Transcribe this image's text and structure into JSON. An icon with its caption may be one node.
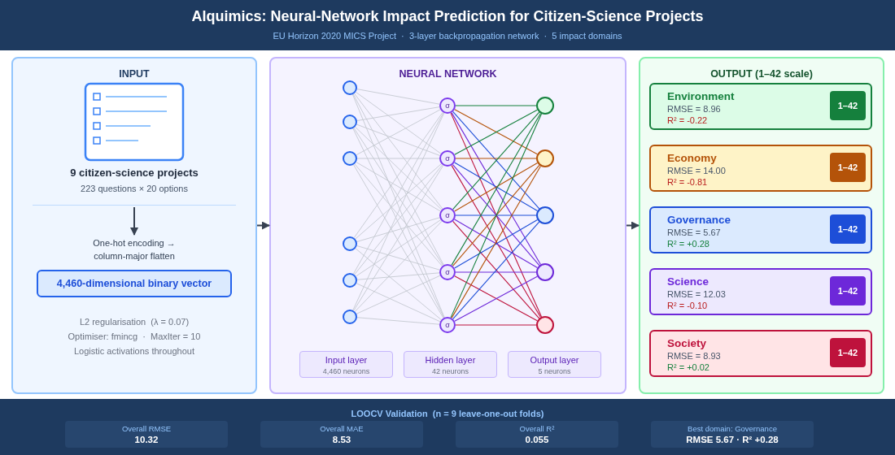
{
  "diagram": {
    "title": "Alquimics: Neural-Network Impact Prediction for Citizen-Science Projects",
    "nodes": [
      {
        "text": [
          "INPUT"
        ]
      },
      {
        "text": [
          "9 citizen-science projects",
          "223 questions × 20 options"
        ],
        "in": 0
      },
      {
        "text": [
          "One-hot encoding → column-major flatten"
        ],
        "in": 0
      },
      {
        "text": [
          "4,460-dimensional binary vector"
        ],
        "in": 0
      },
      {
        "text": [
          "NEURAL NETWORK"
        ]
      },
      {
        "text": [],
        "shape": "circle",
        "in": 4
      },
      {
        "text": [],
        "shape": "circle",
        "in": 4
      },
      {
        "text": [],
        "shape": "circle",
        "in": 4
      },
      {
        "text": [],
        "shape": "circle",
        "in": 4
      },
      {
        "text": [],
        "shape": "circle",
        "in": 4
      },
      {
        "text": [],
        "shape": "circle",
        "in": 4
      },
      {
        "text": [
          "σ"
        ],
        "in": 4
      },
      {
        "text": [
          "σ"
        ],
        "in": 4
      },
      {
        "text": [
          "σ"
        ],
        "in": 4
      },
      {
        "text": [
          "σ"
        ],
        "in": 4
      },
      {
        "text": [
          "σ"
        ],
        "in": 4
      },
      {
        "text": [],
        "shape": "circle",
        "in": 4
      },
      {
        "text": [],
        "shape": "circle",
        "in": 4
      },
      {
        "text": [],
        "shape": "circle",
        "in": 4
      },
      {
        "text": [],
        "shape": "circle",
        "in": 4
      },
      {
        "text": [],
        "shape": "circle",
        "in": 4
      },
      {
        "text": [
          "Input layer",
          "4,460 neurons"
        ],
        "in": 4
      },
      {
        "text": [
          "Hidden layer",
          "42 neurons"
        ],
        "in": 4
      },
      {
        "text": [
          "Output layer",
          "5 neurons"
        ],
        "in": 4
      },
      {
        "text": [
          "OUTPUT (1–42 scale)"
        ]
      },
      {
        "text": [
          "Environment",
          "RMSE = 8.96",
          "R² = -0.22"
        ],
        "in": 24
      },
      {
        "text": [
          "1–42"
        ],
        "in": 25
      },
      {
        "text": [
          "Economy",
          "RMSE = 14.00",
          "R² = -0.81"
        ],
        "in": 24
      },
      {
        "text": [
          "1–42"
        ],
        "in": 27
      },
      {
        "text": [
          "Governance",
          "RMSE = 5.67",
          "R² = +0.28"
        ],
        "in": 24
      },
      {
        "text": [
          "1–42"
        ],
        "in": 29
      },
      {
        "text": [
          "Science",
          "RMSE = 12.03",
          "R² = -0.10"
        ],
        "in": 24
      },
      {
        "text": [
          "1–42"
        ],
        "in": 31
      },
      {
        "text": [
          "Society",
          "RMSE = 8.93",
          "R² = +0.02"
        ],
        "in": 24
      },
      {
        "text": [
          "1–42"
        ],
        "in": 33
      },
      {
        "text": [
          "LOOCV Validation  (n = 9 leave-one-out folds)"
        ]
      },
      {
        "text": [
          "Overall RMSE",
          "10.32"
        ],
        "in": 35
      },
      {
        "text": [
          "Overall MAE",
          "8.53"
        ],
        "in": 35
      },
      {
        "text": [
          "Overall R²",
          "0.055"
        ],
        "in": 35
      },
      {
        "text": [
          "Best domain: Governance",
          "RMSE 5.67 · R² +0.28"
        ],
        "in": 35
      }
    ],
    "edges": [
      {
        "from": 0,
        "to": 4,
        "arrow": "to",
        "color": "#374151"
      },
      {
        "from": 4,
        "to": 24,
        "arrow": "to",
        "color": "#374151"
      },
      {
        "from": 1,
        "to": 2,
        "arrow": "to",
        "color": "#374151"
      },
      {
        "from": 5,
        "to": 11,
        "arrow": "none"
      },
      {
        "from": 5,
        "to": 12,
        "arrow": "none"
      },
      {
        "from": 5,
        "to": 13,
        "arrow": "none"
      },
      {
        "from": 5,
        "to": 14,
        "arrow": "none"
      },
      {
        "from": 5,
        "to": 15,
        "arrow": "none"
      },
      {
        "from": 6,
        "to": 11,
        "arrow": "none"
      },
      {
        "from": 6,
        "to": 12,
        "arrow": "none"
      },
      {
        "from": 6,
        "to": 13,
        "arrow": "none"
      },
      {
        "from": 6,
        "to": 14,
        "arrow": "none"
      },
      {
        "from": 6,
        "to": 15,
        "arrow": "none"
      },
      {
        "from": 7,
        "to": 11,
        "arrow": "none"
      },
      {
        "from": 7,
        "to": 12,
        "arrow": "none"
      },
      {
        "from": 7,
        "to": 13,
        "arrow": "none"
      },
      {
        "from": 7,
        "to": 14,
        "arrow": "none"
      },
      {
        "from": 7,
        "to": 15,
        "arrow": "none"
      },
      {
        "from": 8,
        "to": 11,
        "arrow": "none"
      },
      {
        "from": 8,
        "to": 12,
        "arrow": "none"
      },
      {
        "from": 8,
        "to": 13,
        "arrow": "none"
      },
      {
        "from": 8,
        "to": 14,
        "arrow": "none"
      },
      {
        "from": 8,
        "to": 15,
        "arrow": "none"
      },
      {
        "from": 9,
        "to": 11,
        "arrow": "none"
      },
      {
        "from": 9,
        "to": 12,
        "arrow": "none"
      },
      {
        "from": 9,
        "to": 13,
        "arrow": "none"
      },
      {
        "from": 9,
        "to": 14,
        "arrow": "none"
      },
      {
        "from": 9,
        "to": 15,
        "arrow": "none"
      },
      {
        "from": 10,
        "to": 11,
        "arrow": "none"
      },
      {
        "from": 10,
        "to": 12,
        "arrow": "none"
      },
      {
        "from": 10,
        "to": 13,
        "arrow": "none"
      },
      {
        "from": 10,
        "to": 14,
        "arrow": "none"
      },
      {
        "from": 10,
        "to": 15,
        "arrow": "none"
      },
      {
        "from": 11,
        "to": 16,
        "arrow": "none",
        "color": "#15803d"
      },
      {
        "from": 11,
        "to": 17,
        "arrow": "none",
        "color": "#b45309"
      },
      {
        "from": 11,
        "to": 18,
        "arrow": "none",
        "color": "#1d4ed8"
      },
      {
        "from": 11,
        "to": 19,
        "arrow": "none",
        "color": "#6d28d9"
      },
      {
        "from": 11,
        "to": 20,
        "arrow": "none",
        "color": "#be123c"
      },
      {
        "from": 12,
        "to": 16,
        "arrow": "none",
        "color": "#15803d"
      },
      {
        "from": 12,
        "to": 17,
        "arrow": "none",
        "color": "#b45309"
      },
      {
        "from": 12,
        "to": 18,
        "arrow": "none",
        "color": "#1d4ed8"
      },
      {
        "from": 12,
        "to": 19,
        "arrow": "none",
        "color": "#6d28d9"
      },
      {
        "from": 12,
        "to": 20,
        "arrow": "none",
        "color": "#be123c"
      },
      {
        "from": 13,
        "to": 16,
        "arrow": "none",
        "color": "#15803d"
      },
      {
        "from": 13,
        "to": 17,
        "arrow": "none",
        "color": "#b45309"
      },
      {
        "from": 13,
        "to": 18,
        "arrow": "none",
        "color": "#1d4ed8"
      },
      {
        "from": 13,
        "to": 19,
        "arrow": "none",
        "color": "#6d28d9"
      },
      {
        "from": 13,
        "to": 20,
        "arrow": "none",
        "color": "#be123c"
      },
      {
        "from": 14,
        "to": 16,
        "arrow": "none",
        "color": "#15803d"
      },
      {
        "from": 14,
        "to": 17,
        "arrow": "none",
        "color": "#b45309"
      },
      {
        "from": 14,
        "to": 18,
        "arrow": "none",
        "color": "#1d4ed8"
      },
      {
        "from": 14,
        "to": 19,
        "arrow": "none",
        "color": "#6d28d9"
      },
      {
        "from": 14,
        "to": 20,
        "arrow": "none",
        "color": "#be123c"
      },
      {
        "from": 15,
        "to": 16,
        "arrow": "none",
        "color": "#15803d"
      },
      {
        "from": 15,
        "to": 17,
        "arrow": "none",
        "color": "#b45309"
      },
      {
        "from": 15,
        "to": 18,
        "arrow": "none",
        "color": "#1d4ed8"
      },
      {
        "from": 15,
        "to": 19,
        "arrow": "none",
        "color": "#6d28d9"
      },
      {
        "from": 15,
        "to": 20,
        "arrow": "none",
        "color": "#be123c"
      }
    ],
    "labels": [
      "EU Horizon 2020 MICS Project  ·  3-layer backpropagation network  ·  5 impact domains",
      "L2 regularisation  (λ = 0.07)",
      "Optimiser: fmincg  ·  MaxIter = 10",
      "Logistic activations throughout"
    ]
  }
}
